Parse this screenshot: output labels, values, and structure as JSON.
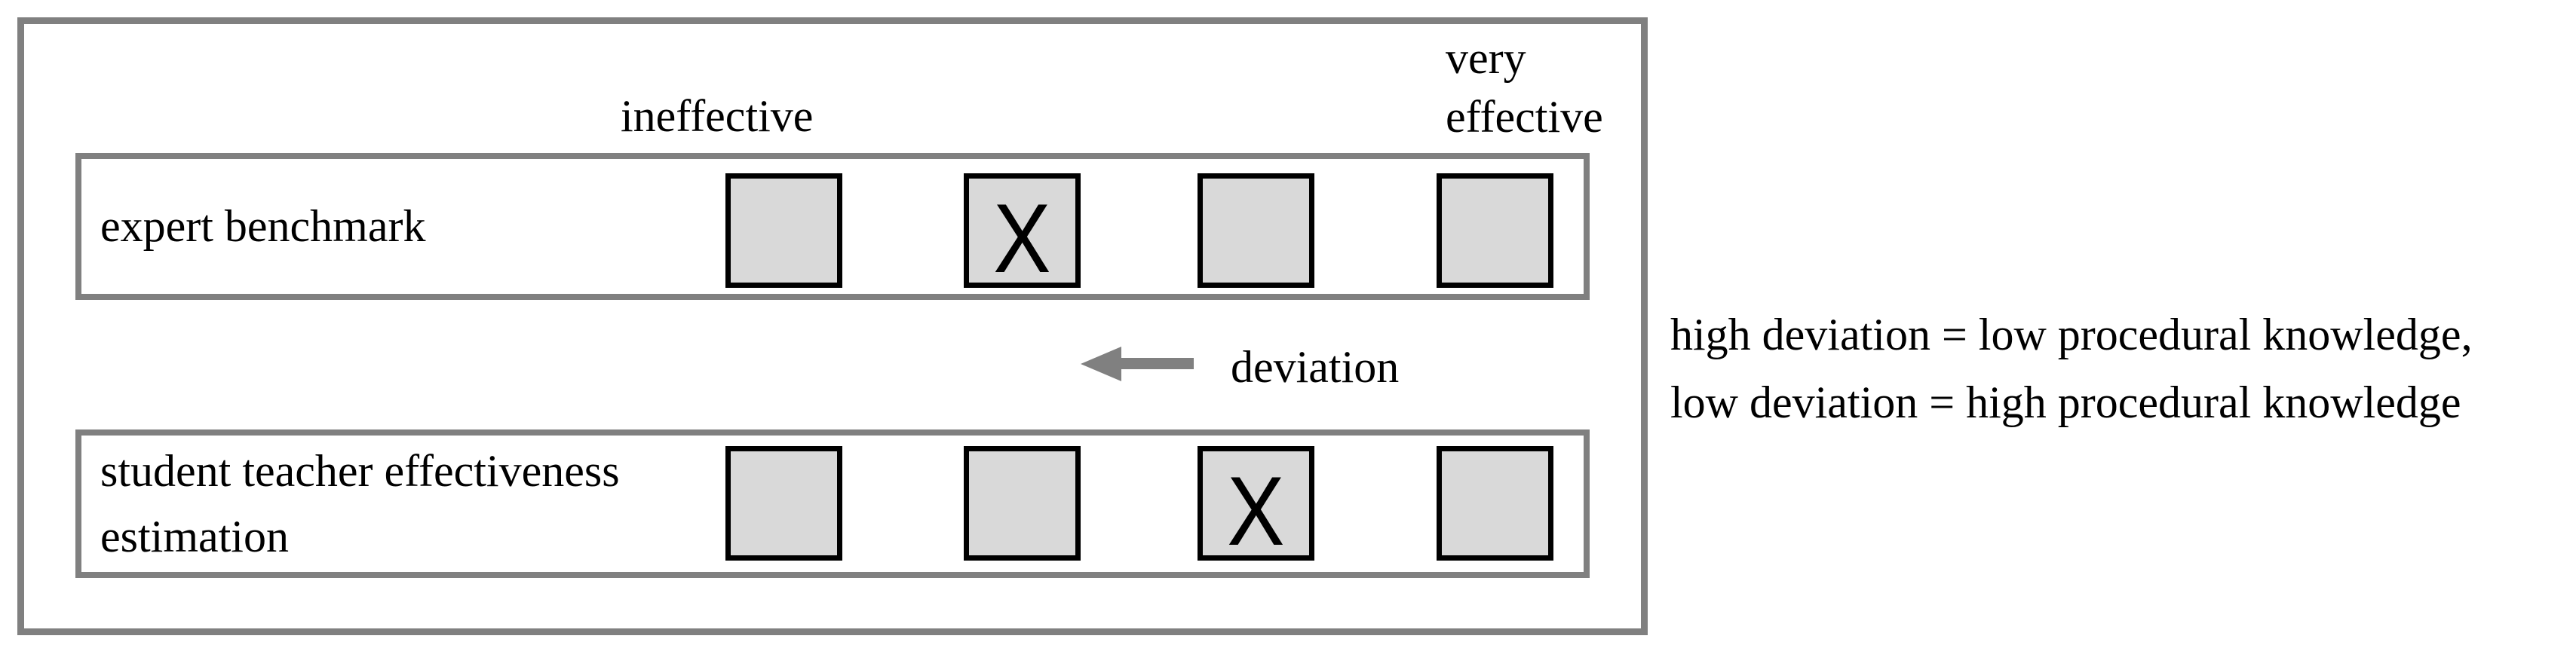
{
  "scale": {
    "min_label": "ineffective",
    "max_label_line1": "very",
    "max_label_line2": "effective",
    "num_boxes": 4
  },
  "rows": [
    {
      "label_line1": "expert benchmark",
      "label_line2": "",
      "mark": "X",
      "marked_box": 2
    },
    {
      "label_line1": "student teacher effectiveness",
      "label_line2": "estimation",
      "mark": "X",
      "marked_box": 3
    }
  ],
  "deviation": {
    "label": "deviation",
    "arrow_direction": "left"
  },
  "note": {
    "line1": "high deviation = low procedural knowledge,",
    "line2": "low deviation = high procedural knowledge"
  },
  "colors": {
    "frame_border": "#808080",
    "box_fill": "#d9d9d9",
    "box_border": "#000000",
    "arrow": "#808080",
    "text": "#000000",
    "background": "#ffffff"
  }
}
